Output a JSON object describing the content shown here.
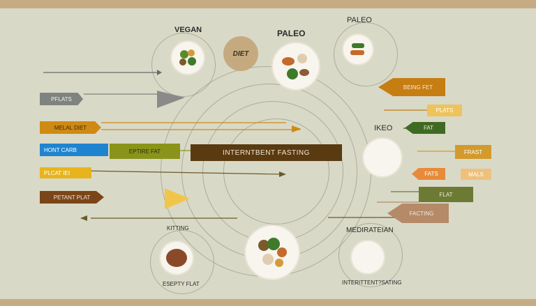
{
  "title_labels": {
    "vegan": "VEGAN",
    "paleo_center": "PALEO",
    "paleo_right": "PALEO",
    "diet": "DIET",
    "ikeo": "IKEO",
    "kitting": "KITTING",
    "mediterranean": "MEDIRATEIAN",
    "espy_flat": "ESEPTY FLAT",
    "intermittent_bottom": "INTERITTENT?SATING"
  },
  "center_bar": {
    "label": "INTERNTBENT FASTING"
  },
  "left_tags": [
    {
      "label": "PFLATS",
      "color": "#7f8380"
    },
    {
      "label": "MELAL DIET",
      "color": "#cf8a14"
    },
    {
      "label": "HONT CARB",
      "color": "#1f84d0"
    },
    {
      "label": "EPTIRE FAT",
      "color": "#8a941a"
    },
    {
      "label": "PLCAT  IEI",
      "color": "#e7b41e"
    },
    {
      "label": "PETANT PLAT",
      "color": "#7a4519"
    }
  ],
  "right_tags": [
    {
      "label": "BEING FET",
      "color": "#c67d12"
    },
    {
      "label": "PLATS",
      "color": "#eec35a"
    },
    {
      "label": "FAT",
      "color": "#3f6a22"
    },
    {
      "label": "FRAST",
      "color": "#d39a2c"
    },
    {
      "label": "FATS",
      "color": "#e78a3a"
    },
    {
      "label": "MALS",
      "color": "#efc07c"
    },
    {
      "label": "FLAT",
      "color": "#6c7a34"
    },
    {
      "label": "FACTING",
      "color": "#b48a68"
    }
  ],
  "colors": {
    "background": "#d9d9c7",
    "band": "#c6ab85",
    "center_bar": "#5a3a10",
    "diet_circle": "#c5aa80"
  }
}
